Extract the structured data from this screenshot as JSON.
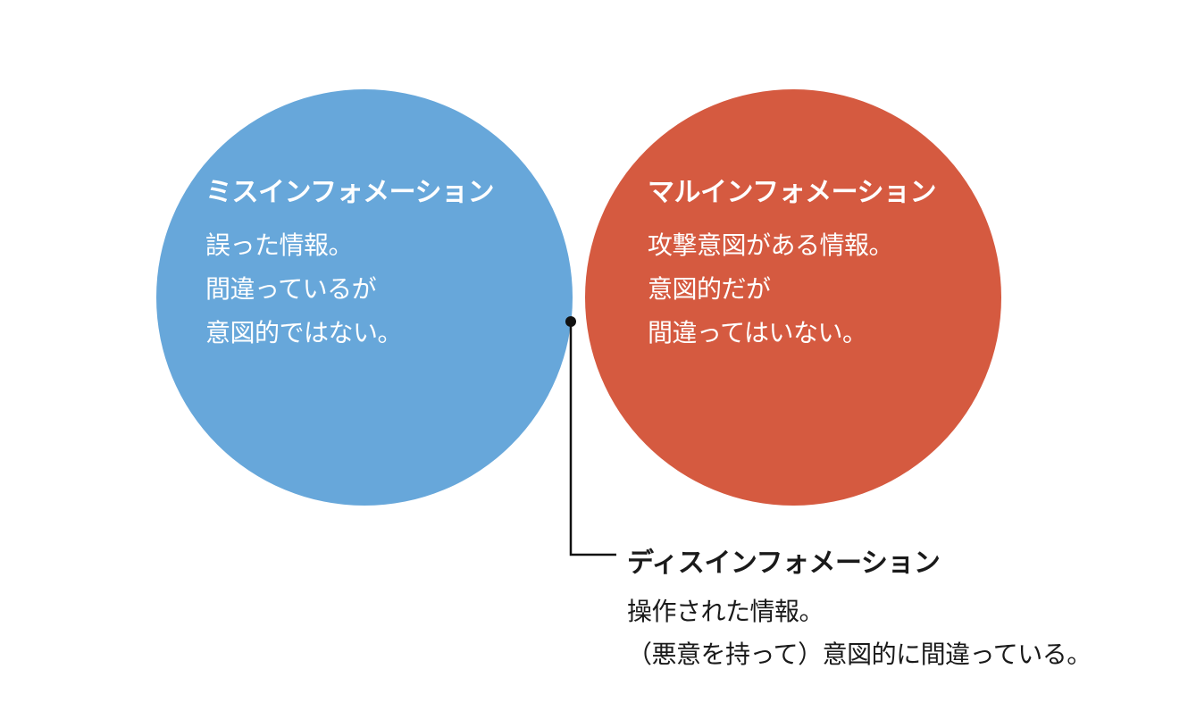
{
  "colors": {
    "misinformation": "#67a7da",
    "malinformation": "#d55a40",
    "overlap": "#f7f4ec",
    "leader": "#111111"
  },
  "misinformation": {
    "title": "ミスインフォメーション",
    "lines": [
      "誤った情報。",
      "間違っているが",
      "意図的ではない。"
    ]
  },
  "malinformation": {
    "title": "マルインフォメーション",
    "lines": [
      "攻撃意図がある情報。",
      "意図的だが",
      "間違ってはいない。"
    ]
  },
  "disinformation": {
    "title": "ディスインフォメーション",
    "lines": [
      "操作された情報。",
      "（悪意を持って）意図的に間違っている。"
    ]
  }
}
